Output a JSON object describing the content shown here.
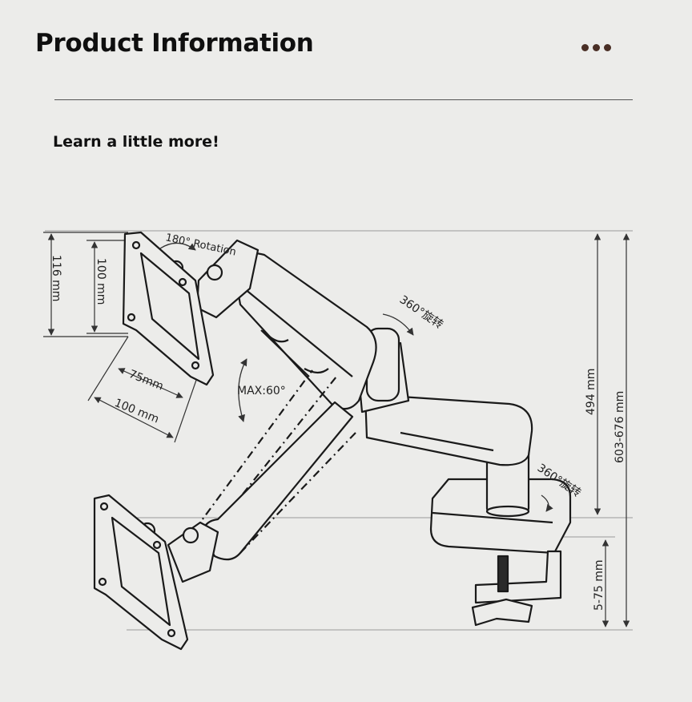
{
  "header": {
    "title": "Product Information",
    "more_icon": "more-dots-icon",
    "accent_color": "#4a2f26"
  },
  "section": {
    "subtitle": "Learn a little more!"
  },
  "diagram": {
    "rotation_label": "180° Rotation",
    "arm_swivel_label": "360°旋转",
    "base_swivel_label": "360°旋转",
    "tilt_label": "MAX:60°",
    "dim_116": "116 mm",
    "dim_100_vertical": "100 mm",
    "dim_75": "75mm",
    "dim_100": "100 mm",
    "dim_494": "494 mm",
    "dim_603_676": "603-676 mm",
    "dim_5_75": "5-75 mm"
  }
}
